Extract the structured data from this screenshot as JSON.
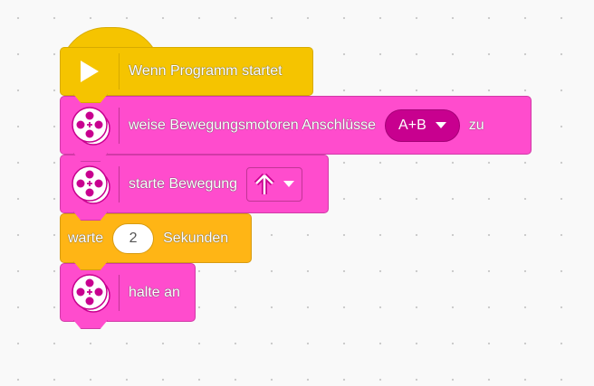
{
  "blocks": {
    "start": {
      "label": "Wenn Programm startet"
    },
    "set_motors": {
      "label": "weise Bewegungsmotoren Anschlüsse",
      "ports": "A+B",
      "suffix": "zu"
    },
    "start_move": {
      "label": "starte Bewegung",
      "direction_icon": "arrow-up"
    },
    "wait": {
      "label": "warte",
      "value": "2",
      "unit": "Sekunden"
    },
    "stop": {
      "label": "halte an"
    }
  },
  "colors": {
    "events": "#f5c400",
    "motion": "#ff4ccd",
    "control": "#ffb515"
  }
}
